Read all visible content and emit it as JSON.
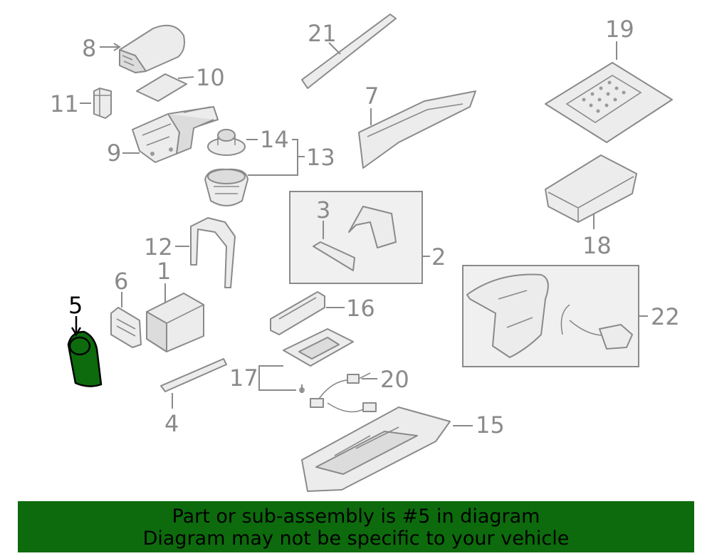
{
  "diagram": {
    "callouts": [
      "1",
      "2",
      "3",
      "4",
      "5",
      "6",
      "7",
      "8",
      "9",
      "10",
      "11",
      "12",
      "13",
      "14",
      "15",
      "16",
      "17",
      "18",
      "19",
      "20",
      "21",
      "22"
    ],
    "highlighted_part": "5",
    "highlight_color": "#0d6b0d",
    "line_color": "#8a8a8a"
  },
  "banner": {
    "line1": "Part or sub-assembly is #5 in diagram",
    "line2": "Diagram may not be specific to your vehicle",
    "background": "#0d6b0d"
  }
}
